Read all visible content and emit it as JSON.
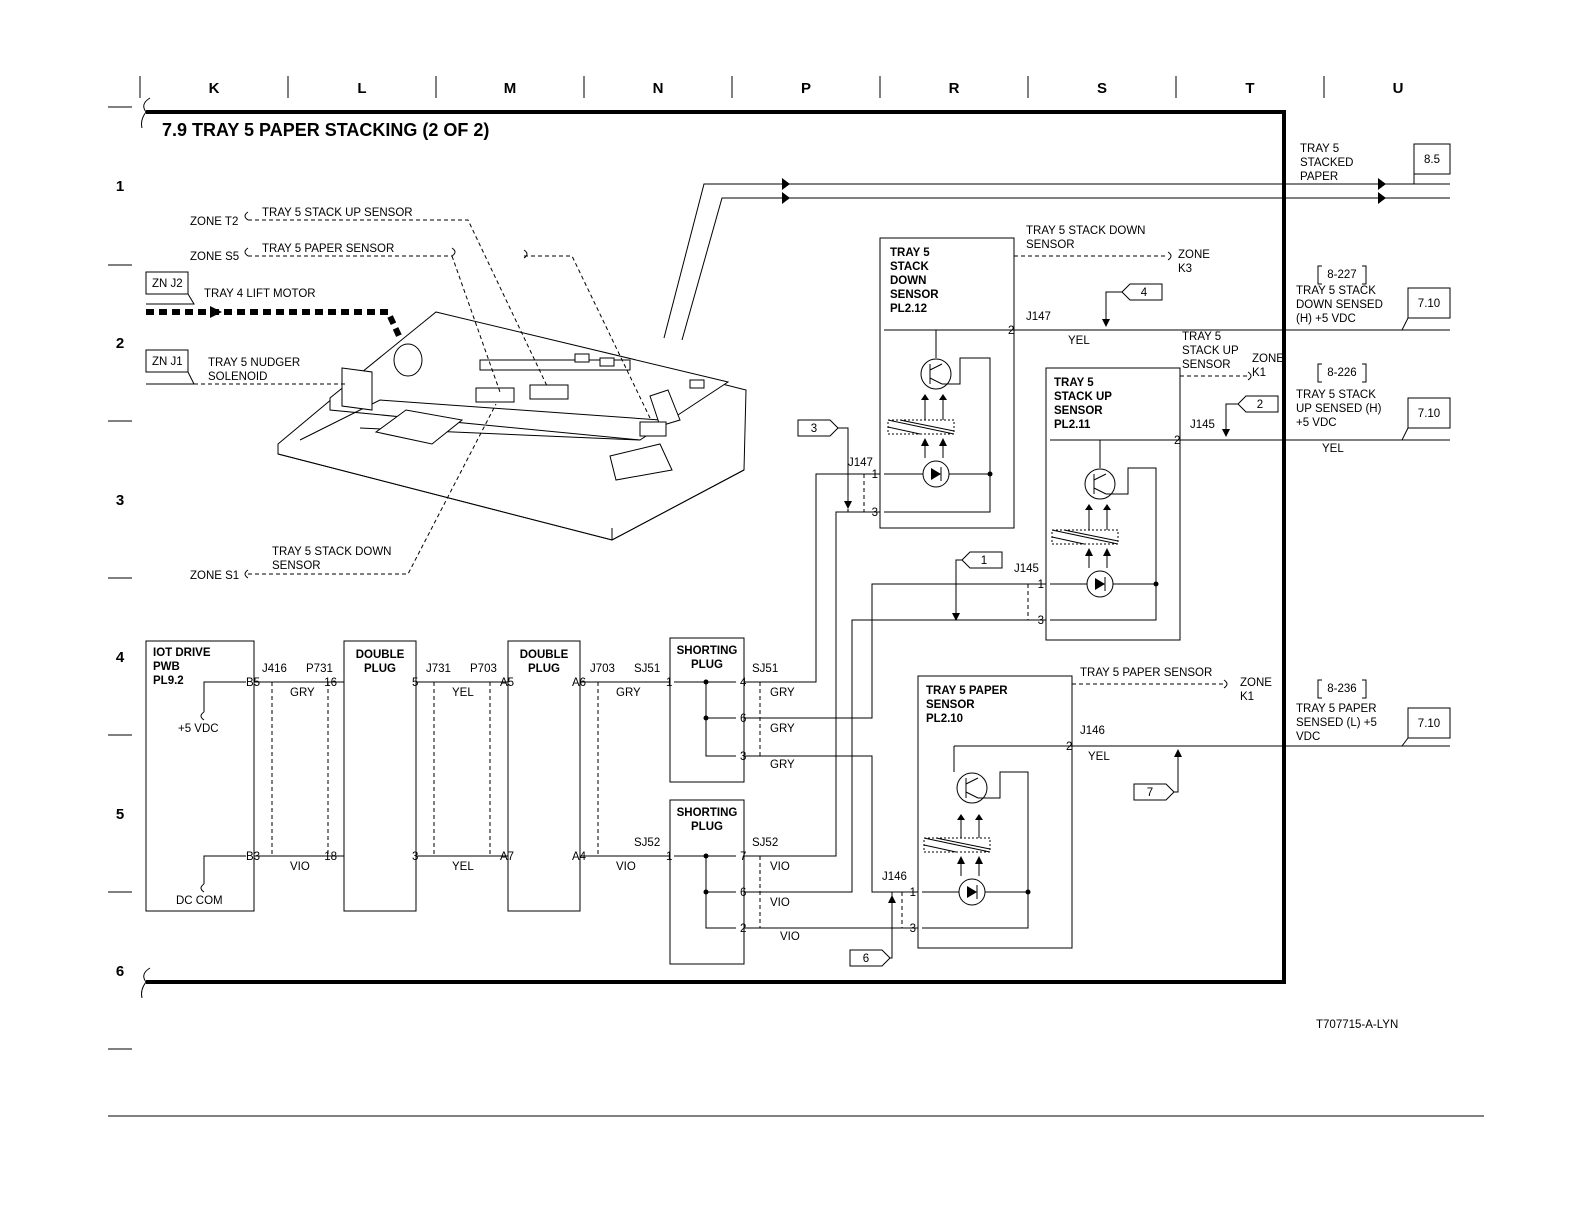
{
  "title": "7.9 TRAY 5 PAPER STACKING (2 OF 2)",
  "figure_id": "T707715-A-LYN",
  "columns": [
    "K",
    "L",
    "M",
    "N",
    "P",
    "R",
    "S",
    "T",
    "U"
  ],
  "rows": [
    "1",
    "2",
    "3",
    "4",
    "5",
    "6"
  ],
  "callouts": {
    "zone_t2": "ZONE T2",
    "stack_up_sensor": "TRAY 5 STACK UP SENSOR",
    "zone_s5": "ZONE S5",
    "paper_sensor": "TRAY 5 PAPER SENSOR",
    "zn_j2": "ZN J2",
    "lift_motor": "TRAY 4 LIFT MOTOR",
    "zn_j1": "ZN J1",
    "nudger_1": "TRAY 5 NUDGER",
    "nudger_2": "SOLENOID",
    "stack_down_1": "TRAY 5 STACK DOWN",
    "stack_down_2": "SENSOR",
    "zone_s1": "ZONE S1"
  },
  "components": {
    "iot": [
      "IOT DRIVE",
      "PWB",
      "PL9.2"
    ],
    "double_plug": [
      "DOUBLE",
      "PLUG"
    ],
    "shorting_plug": [
      "SHORTING",
      "PLUG"
    ],
    "down_sensor": [
      "TRAY 5",
      "STACK",
      "DOWN",
      "SENSOR",
      "PL2.12"
    ],
    "up_sensor": [
      "TRAY 5",
      "STACK UP",
      "SENSOR",
      "PL2.11"
    ],
    "paper_sensor": [
      "TRAY 5 PAPER",
      "SENSOR",
      "PL2.10"
    ]
  },
  "labels": {
    "vdc": "+5 VDC",
    "dccom": "DC COM",
    "j416": "J416",
    "p731": "P731",
    "j731": "J731",
    "p703": "P703",
    "j703": "J703",
    "sj51": "SJ51",
    "sj52": "SJ52",
    "j147": "J147",
    "j145": "J145",
    "j146": "J146",
    "gry": "GRY",
    "yel": "YEL",
    "vio": "VIO",
    "b5": "B5",
    "b3": "B3",
    "p16": "16",
    "p18": "18",
    "p5": "5",
    "p3": "3",
    "a5": "A5",
    "a7": "A7",
    "a6": "A6",
    "a4": "A4",
    "n1": "1",
    "n2": "2",
    "n3": "3",
    "n4": "4",
    "n6": "6",
    "n7": "7",
    "sd_ref_1": "TRAY 5 STACK DOWN",
    "sd_ref_2": "SENSOR",
    "zone_k3_1": "ZONE",
    "zone_k3_2": "K3",
    "su_ref_1": "TRAY 5",
    "su_ref_2": "STACK UP",
    "su_ref_3": "SENSOR",
    "zone_k1a_1": "ZONE",
    "zone_k1a_2": "K1",
    "ps_ref": "TRAY 5 PAPER SENSOR",
    "zone_k1b_1": "ZONE",
    "zone_k1b_2": "K1"
  },
  "tags": {
    "t1": "1",
    "t2": "2",
    "t3": "3",
    "t4": "4",
    "t6": "6",
    "t7": "7"
  },
  "outputs": {
    "stacked_1": "TRAY 5",
    "stacked_2": "STACKED",
    "stacked_3": "PAPER",
    "stacked_ref": "8.5",
    "down_ref": "8-227",
    "down_1": "TRAY 5 STACK",
    "down_2": "DOWN SENSED",
    "down_3": "(H) +5 VDC",
    "down_box": "7.10",
    "up_ref": "8-226",
    "up_1": "TRAY 5 STACK",
    "up_2": "UP SENSED (H)",
    "up_3": "+5 VDC",
    "up_box": "7.10",
    "paper_ref": "8-236",
    "paper_1": "TRAY 5 PAPER",
    "paper_2": "SENSED (L) +5",
    "paper_3": "VDC",
    "paper_box": "7.10"
  }
}
